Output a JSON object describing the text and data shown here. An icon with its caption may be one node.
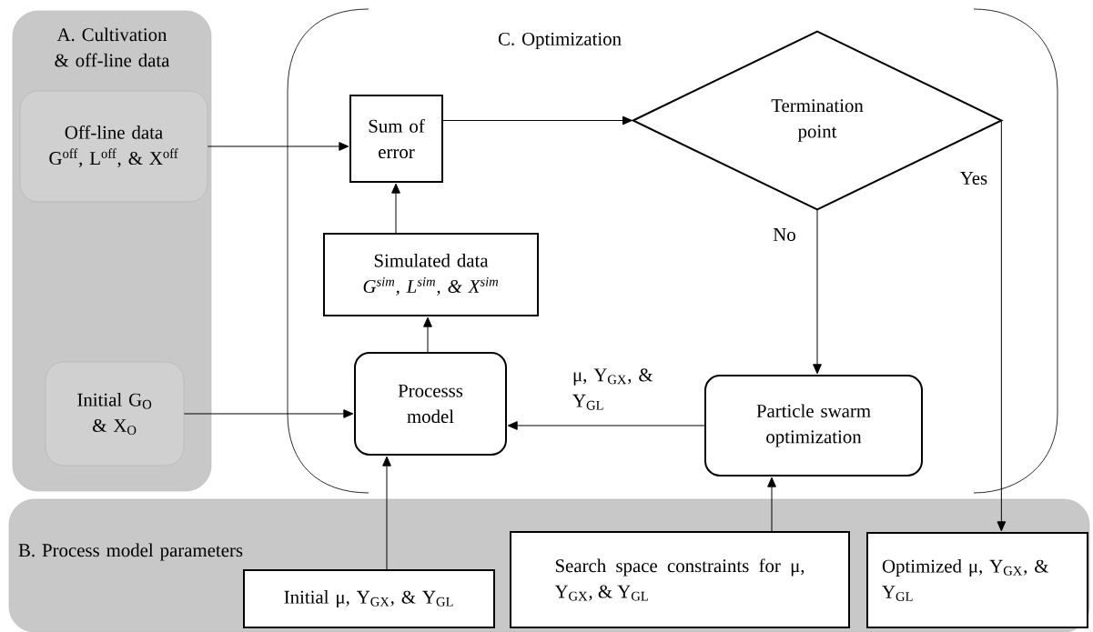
{
  "diagram": {
    "nodes": [
      {
        "text": [
          "A. Cultivation & off-line data"
        ]
      },
      {
        "text": [
          "Off-line data",
          "G$^{off}$, L$^{off}$, & X$^{off}$"
        ],
        "in": 0
      },
      {
        "text": [
          "Initial G$_{O}$ & X$_{O}$"
        ],
        "in": 0
      },
      {
        "text": [
          "B. Process model parameters"
        ]
      },
      {
        "text": [
          "Initial μ, Y$_{GX}$, & Y$_{GL}$"
        ],
        "in": 3
      },
      {
        "text": [
          "Search space constraints for μ, Y$_{GX}$, & Y$_{GL}$"
        ],
        "in": 3
      },
      {
        "text": [
          "Optimized μ, Y$_{GX}$, & Y$_{GL}$"
        ],
        "in": 3
      },
      {
        "text": [
          "C. Optimization"
        ]
      },
      {
        "text": [
          "Sum of error"
        ],
        "in": 7
      },
      {
        "text": [
          "Termination point"
        ],
        "in": 7
      },
      {
        "text": [
          "Simulated data",
          "G$^{sim}$, L$^{sim}$, & X$^{sim}$"
        ],
        "in": 7
      },
      {
        "text": [
          "Processs model"
        ],
        "in": 7
      },
      {
        "text": [
          "Particle swarm optimization"
        ],
        "in": 7
      }
    ],
    "edges": [
      {
        "from": 1,
        "to": 8,
        "arrow": "to"
      },
      {
        "from": 8,
        "to": 9,
        "arrow": "to"
      },
      {
        "from": 9,
        "to": 12,
        "arrow": "to",
        "label": "No"
      },
      {
        "from": 9,
        "to": 6,
        "arrow": "to",
        "label": "Yes"
      },
      {
        "from": 10,
        "to": 8,
        "arrow": "to"
      },
      {
        "from": 11,
        "to": 10,
        "arrow": "to"
      },
      {
        "from": 2,
        "to": 11,
        "arrow": "to"
      },
      {
        "from": 12,
        "to": 11,
        "arrow": "to",
        "label": "μ, Y$_{GX}$, & Y$_{GL}$"
      },
      {
        "from": 4,
        "to": 11,
        "arrow": "to"
      },
      {
        "from": 5,
        "to": 12,
        "arrow": "to"
      }
    ]
  }
}
